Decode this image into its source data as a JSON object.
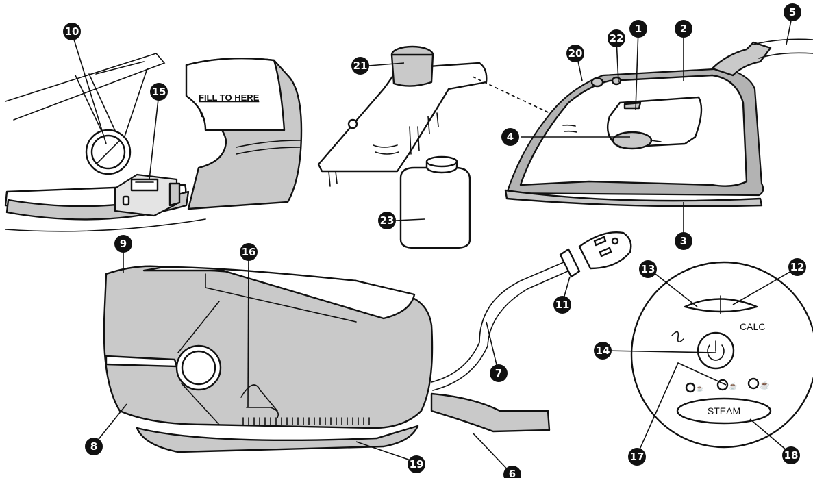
{
  "labels": {
    "fill_to_here": "FILL TO HERE",
    "calc": "CALC",
    "steam": "STEAM"
  },
  "callouts": {
    "c1": "1",
    "c2": "2",
    "c3": "3",
    "c4": "4",
    "c5": "5",
    "c6": "6",
    "c7": "7",
    "c8": "8",
    "c9": "9",
    "c10": "10",
    "c11": "11",
    "c12": "12",
    "c13": "13",
    "c14": "14",
    "c15": "15",
    "c16": "16",
    "c17": "17",
    "c18": "18",
    "c19": "19",
    "c20": "20",
    "c21": "21",
    "c22": "22",
    "c23": "23"
  },
  "colors": {
    "ink": "#111111",
    "shade": "#c9c9c9",
    "background": "#ffffff"
  }
}
